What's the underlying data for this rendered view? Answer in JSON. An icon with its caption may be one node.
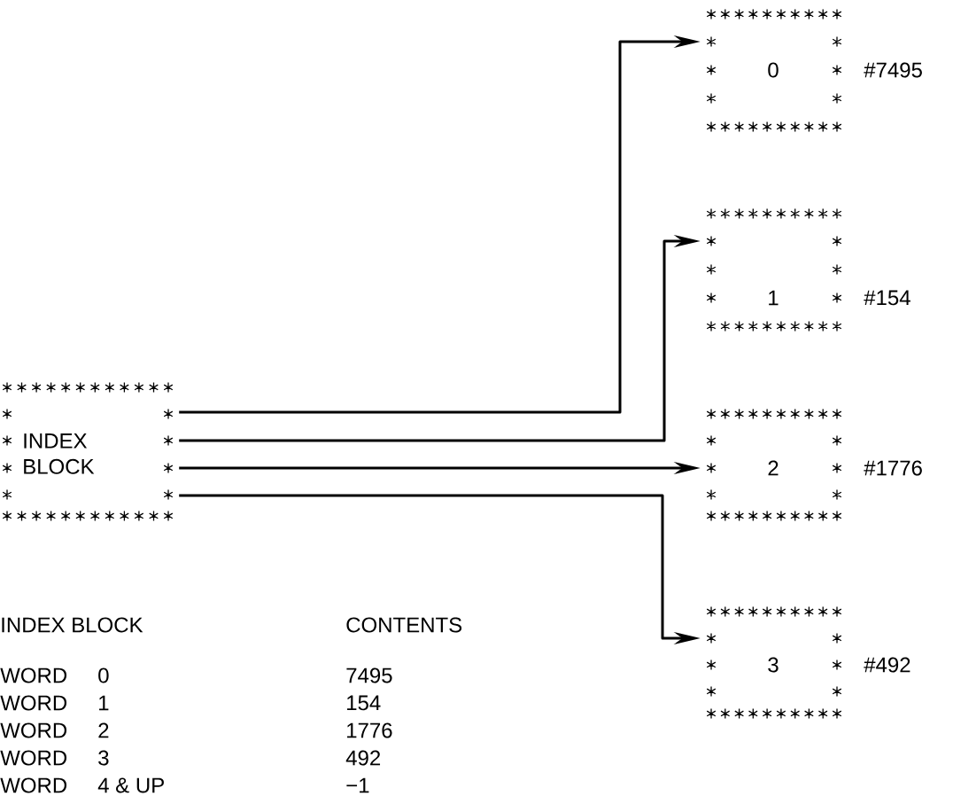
{
  "diagram": {
    "nodes": [
      {
        "text": [
          "INDEX BLOCK"
        ]
      },
      {
        "text": [
          "0"
        ],
        "beside": [
          "#7495"
        ]
      },
      {
        "text": [
          "1"
        ],
        "beside": [
          "#154"
        ]
      },
      {
        "text": [
          "2"
        ],
        "beside": [
          "#1776"
        ]
      },
      {
        "text": [
          "3"
        ],
        "beside": [
          "#492"
        ]
      }
    ],
    "edges": [
      {
        "from": 0,
        "to": 1,
        "arrow": "to"
      },
      {
        "from": 0,
        "to": 2,
        "arrow": "to"
      },
      {
        "from": 0,
        "to": 3,
        "arrow": "to"
      },
      {
        "from": 0,
        "to": 4,
        "arrow": "to"
      }
    ],
    "labels": [
      "INDEX BLOCK",
      "CONTENTS",
      "WORD",
      "0",
      "7495",
      "WORD",
      "1",
      "154",
      "WORD",
      "2",
      "1776",
      "WORD",
      "3",
      "492",
      "WORD",
      "4 & UP",
      "−1"
    ]
  }
}
